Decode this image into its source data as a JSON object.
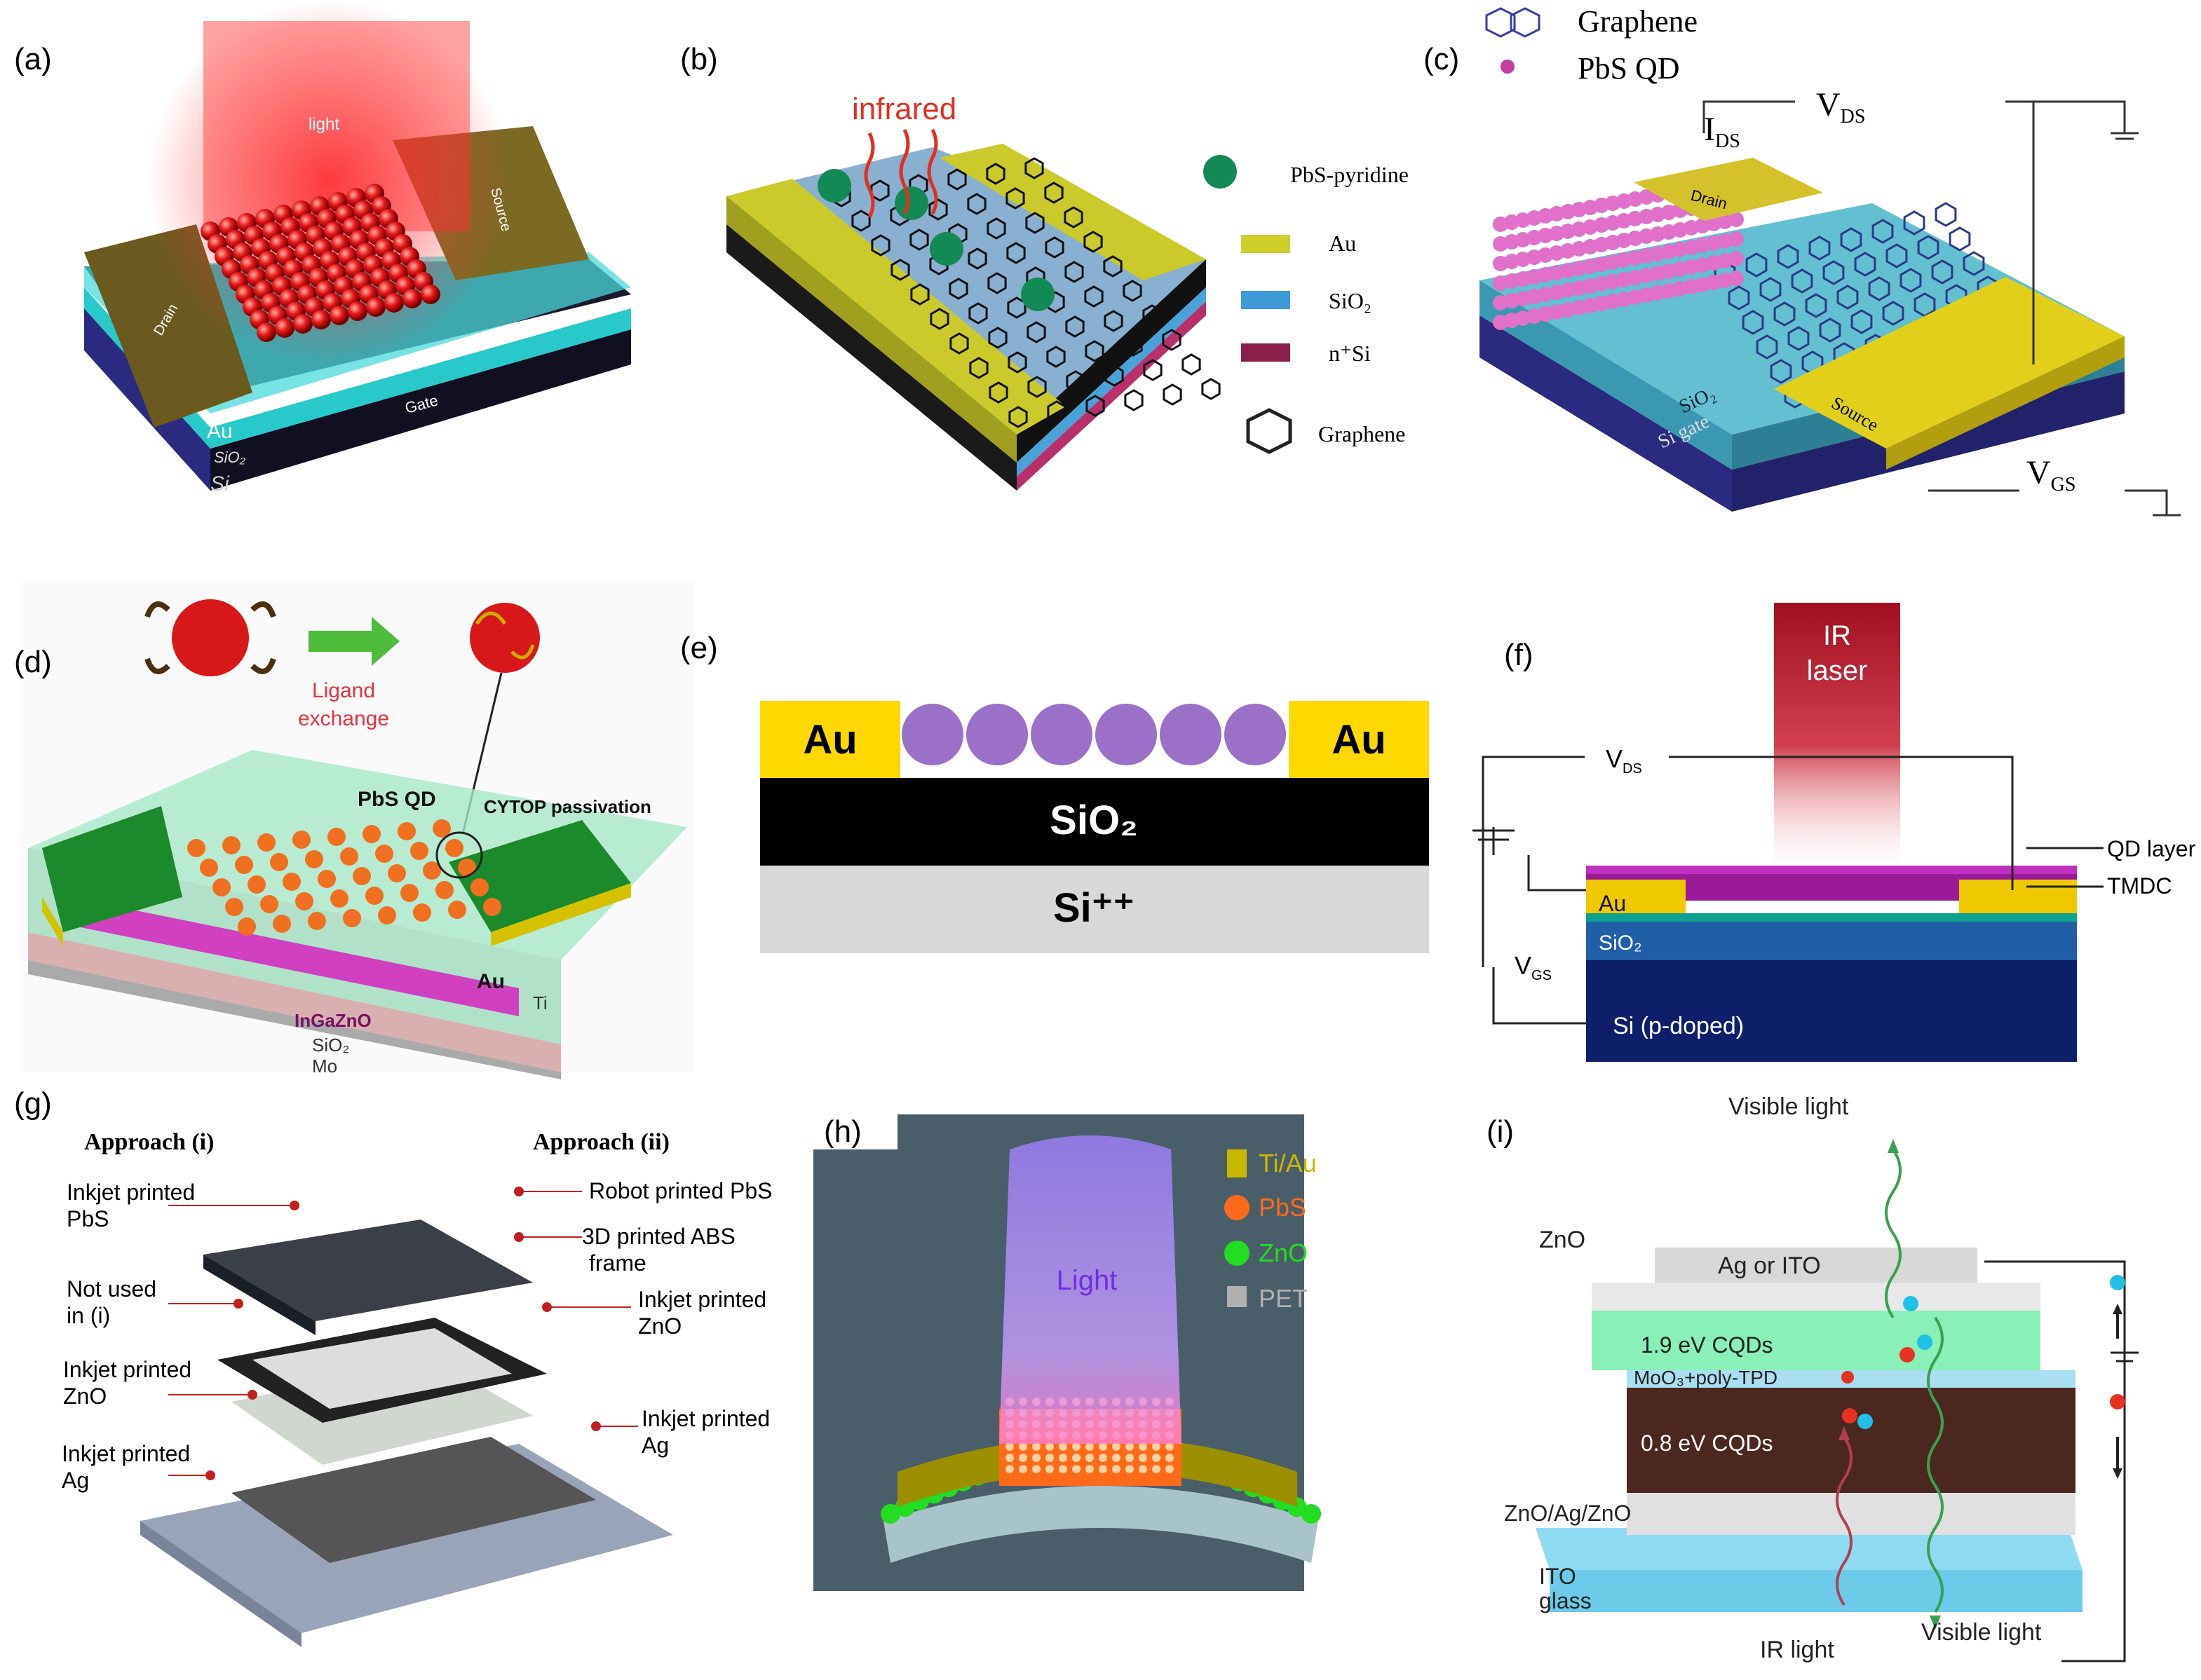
{
  "panel_labels": {
    "a": "(a)",
    "b": "(b)",
    "c": "(c)",
    "d": "(d)",
    "e": "(e)",
    "f": "(f)",
    "g": "(g)",
    "h": "(h)",
    "i": "(i)"
  },
  "a": {
    "light": "light",
    "source": "Source",
    "drain": "Drain",
    "gate": "Gate",
    "au": "Au",
    "sio2": "SiO₂",
    "si": "Si"
  },
  "b": {
    "infrared": "infrared",
    "legend": [
      {
        "label": "PbS-pyridine",
        "color": "#1a8a5a"
      },
      {
        "label": "Au",
        "color": "#cfcf2a"
      },
      {
        "label": "SiO₂",
        "color": "#3d9ad6"
      },
      {
        "label": "n⁺Si",
        "color": "#8a1f4a"
      },
      {
        "label": "Graphene",
        "color": "#222222"
      }
    ]
  },
  "c": {
    "graphene": "Graphene",
    "pbs_qd": "PbS QD",
    "ids": "I",
    "ids_sub": "DS",
    "vds": "V",
    "vds_sub": "DS",
    "vgs": "V",
    "vgs_sub": "GS",
    "drain": "Drain",
    "source": "Source",
    "sio2": "SiO₂",
    "si_gate": "Si gate"
  },
  "d": {
    "ligand": "Ligand",
    "exchange": "exchange",
    "pbs_qd": "PbS QD",
    "cytop": "CYTOP passivation",
    "au": "Au",
    "ingazno": "InGaZnO",
    "sio2": "SiO₂",
    "mo": "Mo",
    "ti": "Ti"
  },
  "e": {
    "au_left": "Au",
    "au_right": "Au",
    "sio2": "SiO₂",
    "si": "Si⁺⁺"
  },
  "f": {
    "ir": "IR",
    "laser": "laser",
    "vds": "V",
    "vds_sub": "DS",
    "vgs": "V",
    "vgs_sub": "GS",
    "au": "Au",
    "sio2": "SiO₂",
    "si": "Si (p-doped)",
    "qd_layer": "QD layer",
    "tmdc": "TMDC"
  },
  "g": {
    "approach1": "Approach (i)",
    "approach2": "Approach (ii)",
    "left": [
      "Inkjet printed",
      "PbS",
      "Not used",
      "in (i)",
      "Inkjet printed",
      "ZnO",
      "Inkjet printed",
      "Ag"
    ],
    "right": [
      "Robot printed PbS",
      "3D printed ABS",
      "frame",
      "Inkjet printed",
      "ZnO",
      "Inkjet printed",
      "Ag"
    ]
  },
  "h": {
    "light": "Light",
    "legend": [
      {
        "label": "Ti/Au",
        "color": "#c9b800"
      },
      {
        "label": "PbS",
        "color": "#ff6a1a"
      },
      {
        "label": "ZnO",
        "color": "#22dd22"
      },
      {
        "label": "PET",
        "color": "#b0b0b0"
      }
    ]
  },
  "i": {
    "visible_top": "Visible light",
    "ag_ito": "Ag or ITO",
    "zno": "ZnO",
    "cqd19": "1.9 eV CQDs",
    "moo3": "MoO₃+poly-TPD",
    "cqd08": "0.8 eV CQDs",
    "znoagzno": "ZnO/Ag/ZnO",
    "ito": "ITO",
    "glass": "glass",
    "ir_light": "IR light",
    "visible_bottom": "Visible light"
  }
}
